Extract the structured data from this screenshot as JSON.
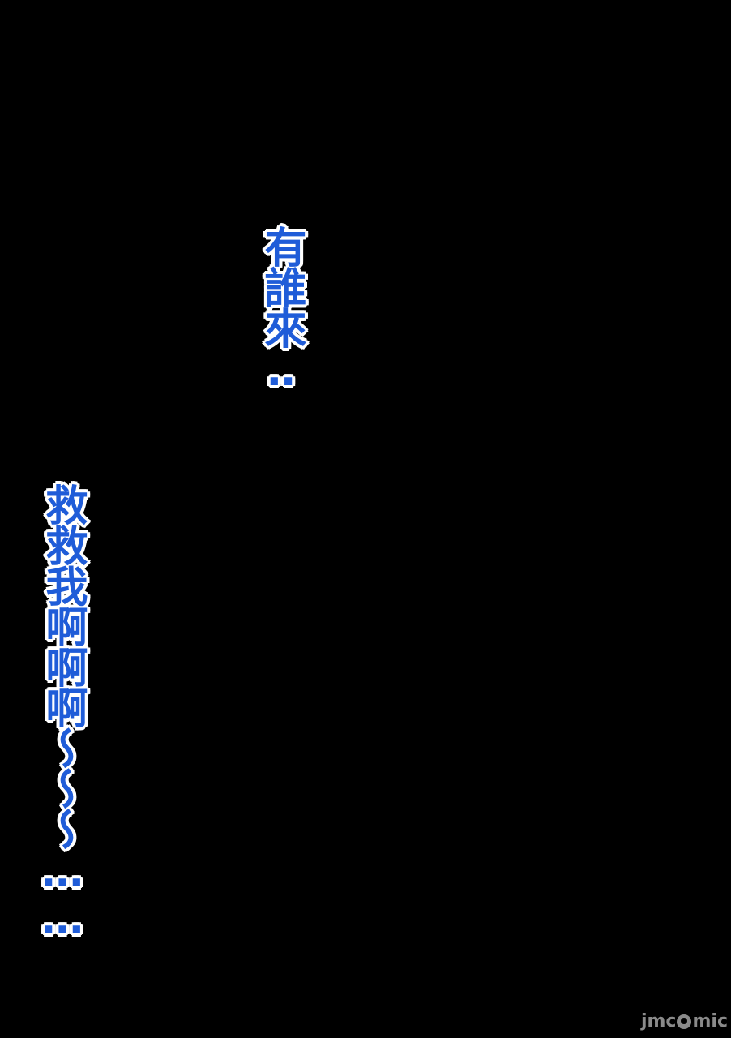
{
  "panel": {
    "background_color": "#000000",
    "text_color": "#1f5cd8",
    "outline_color": "#ffffff",
    "dialogue": [
      "有誰來‥",
      "救救我啊啊啊～～～……"
    ]
  },
  "watermark": {
    "prefix": "jmc",
    "suffix": "mic",
    "color": "#8a8a8a"
  }
}
